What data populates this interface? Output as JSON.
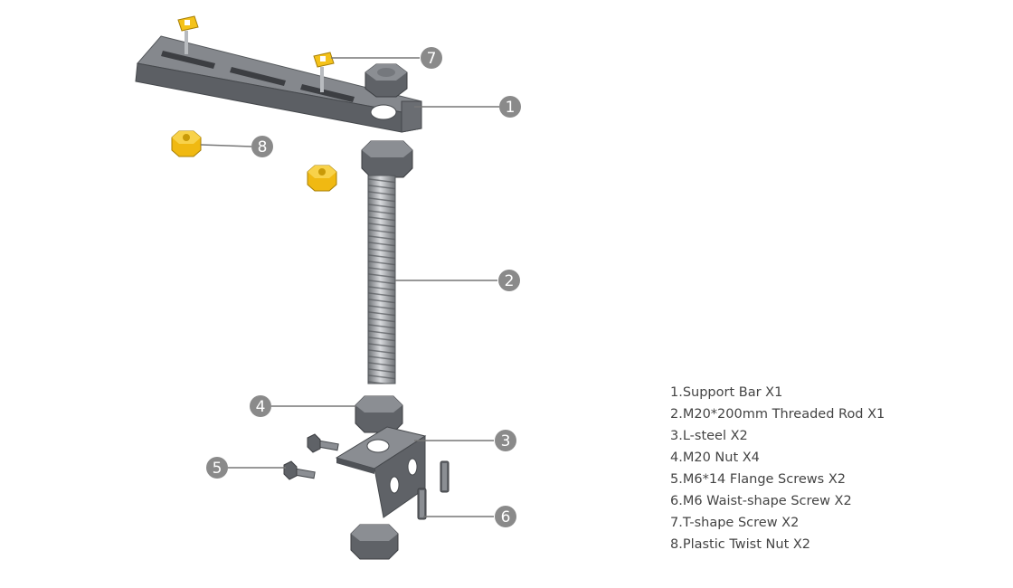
{
  "callouts": [
    "1",
    "2",
    "3",
    "4",
    "5",
    "6",
    "7",
    "8"
  ],
  "parts": [
    "1.Support Bar X1",
    "2.M20*200mm Threaded Rod X1",
    "3.L-steel X2",
    "4.M20 Nut X4",
    "5.M6*14 Flange Screws X2",
    "6.M6 Waist-shape Screw X2",
    "7.T-shape Screw X2",
    "8.Plastic Twist Nut X2"
  ],
  "colors": {
    "metal": "#6d7075",
    "metal_dark": "#4f5257",
    "metal_light": "#9a9ea3",
    "plastic_yellow": "#f4c21a",
    "callout_gray": "#8a8a8a"
  }
}
